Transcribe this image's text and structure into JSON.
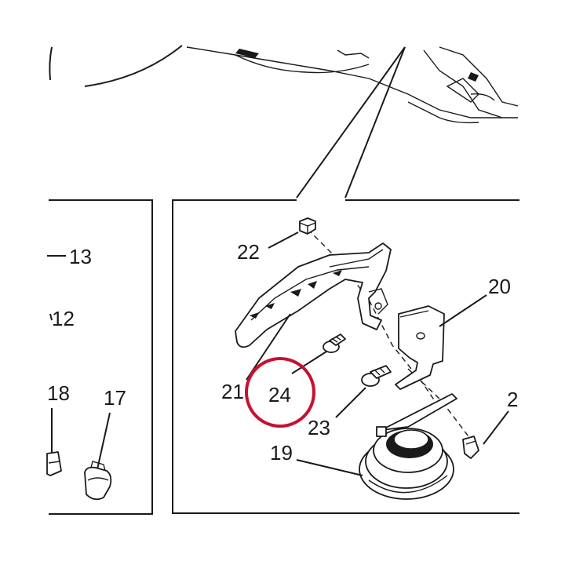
{
  "callouts": {
    "c13": "13",
    "c12": "12",
    "c18": "18",
    "c17": "17",
    "c22": "22",
    "c20": "20",
    "c21": "21",
    "c24": "24",
    "c23": "23",
    "c19": "19",
    "c2": "2"
  },
  "highlight": {
    "target": "24",
    "color": "#c8102e"
  }
}
